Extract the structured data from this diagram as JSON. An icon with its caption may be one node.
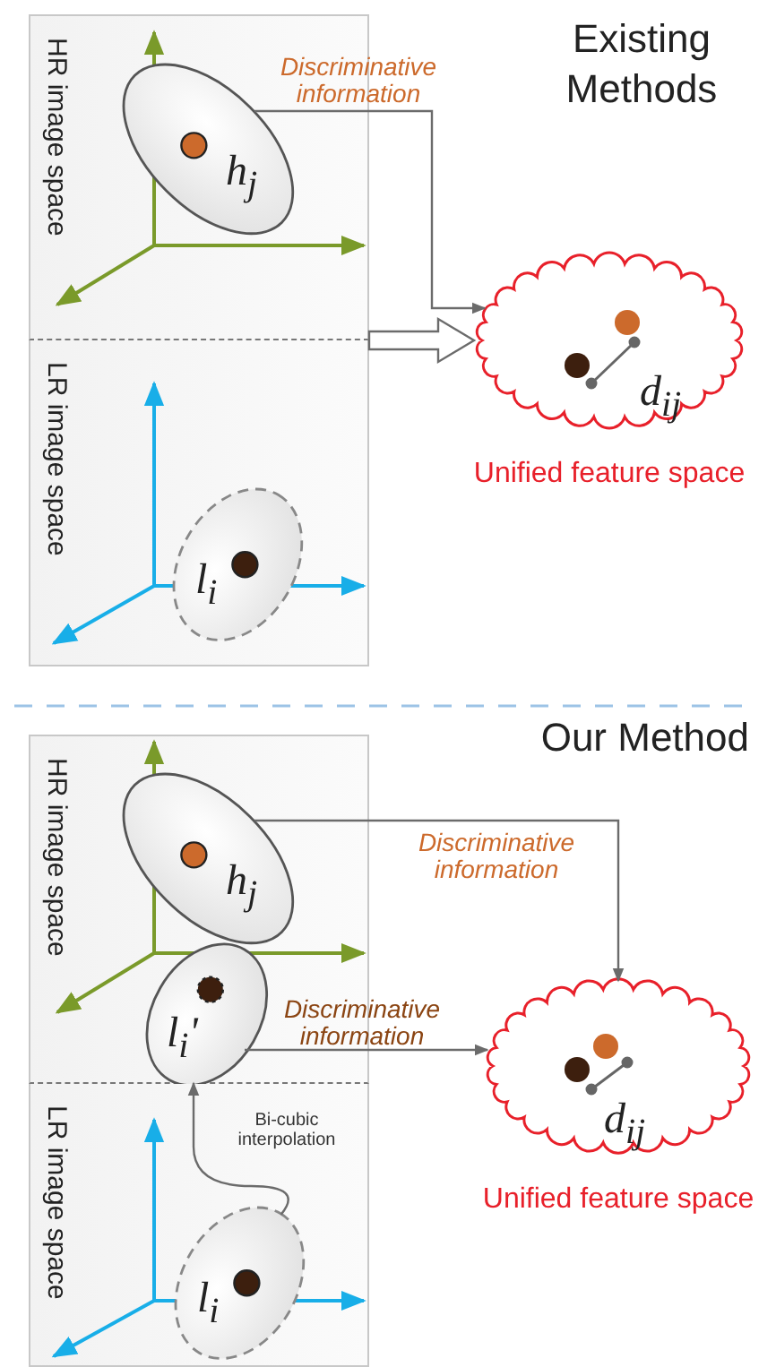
{
  "diagram": {
    "nodes": [
      {
        "text": [
          "HR image space"
        ]
      },
      {
        "text": [
          "LR image space"
        ]
      },
      {
        "text": [
          "h$_{j}$"
        ],
        "in": 0
      },
      {
        "text": [
          "l$_{i}$"
        ],
        "in": 1
      },
      {
        "text": [
          "d$_{ij}$"
        ],
        "beside": [
          "Unified feature space"
        ]
      },
      {
        "text": [
          "HR image space"
        ]
      },
      {
        "text": [
          "LR image space"
        ]
      },
      {
        "text": [
          "h$_{j}$"
        ],
        "in": 5
      },
      {
        "text": [
          "l$_{i}$'"
        ],
        "in": 5
      },
      {
        "text": [
          "l$_{i}$"
        ],
        "in": 6
      },
      {
        "text": [
          "d$_{ij}$"
        ],
        "beside": [
          "Unified feature space"
        ]
      }
    ],
    "edges": [
      {
        "from": 2,
        "to": 4,
        "arrow": "to",
        "label": "Discriminative information"
      },
      {
        "from": null,
        "to": 4,
        "arrow": "to",
        "style": "thick"
      },
      {
        "from": 7,
        "to": 10,
        "arrow": "to",
        "label": "Discriminative information"
      },
      {
        "from": 8,
        "to": 10,
        "arrow": "to",
        "label": "Discriminative information"
      },
      {
        "from": 9,
        "to": 8,
        "arrow": "to",
        "label": "Bi-cubic interpolation"
      }
    ],
    "labels": [
      "Existing Methods",
      "Our Method"
    ]
  }
}
